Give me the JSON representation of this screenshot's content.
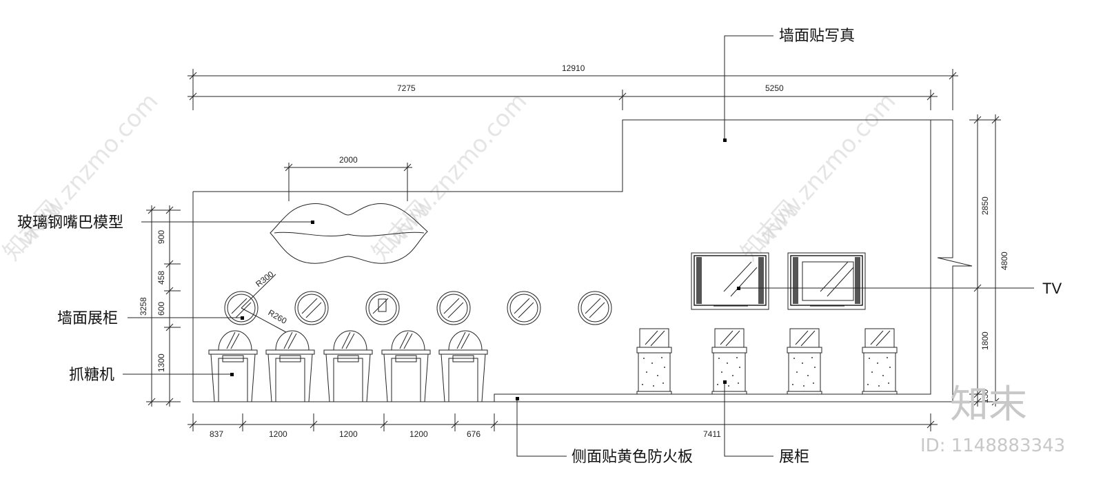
{
  "dimensions": {
    "overall_width": "12910",
    "left_width": "7275",
    "right_width": "5250",
    "lips_width": "2000",
    "left_h_900": "900",
    "left_h_458": "458",
    "left_h_600": "600",
    "left_h_1300": "1300",
    "left_h_total": "3258",
    "right_h_2850": "2850",
    "right_h_1800": "1800",
    "right_h_total": "4800",
    "right_h_small": "150",
    "bottom_837": "837",
    "bottom_1200_a": "1200",
    "bottom_1200_b": "1200",
    "bottom_1200_c": "1200",
    "bottom_676": "676",
    "bottom_7411": "7411",
    "radius_300": "R300",
    "radius_260": "R260"
  },
  "labels": {
    "wall_photo": "墙面贴写真",
    "lips_model": "玻璃钢嘴巴模型",
    "wall_cabinet": "墙面展柜",
    "claw_machine": "抓糖机",
    "tv": "TV",
    "fireproof_board": "侧面贴黄色防火板",
    "display_cabinet": "展柜"
  },
  "watermark": {
    "url_text": "www.znzmo.com",
    "brand_cn": "知末网",
    "logo_text": "知末",
    "id_text": "ID: 1148883343"
  }
}
